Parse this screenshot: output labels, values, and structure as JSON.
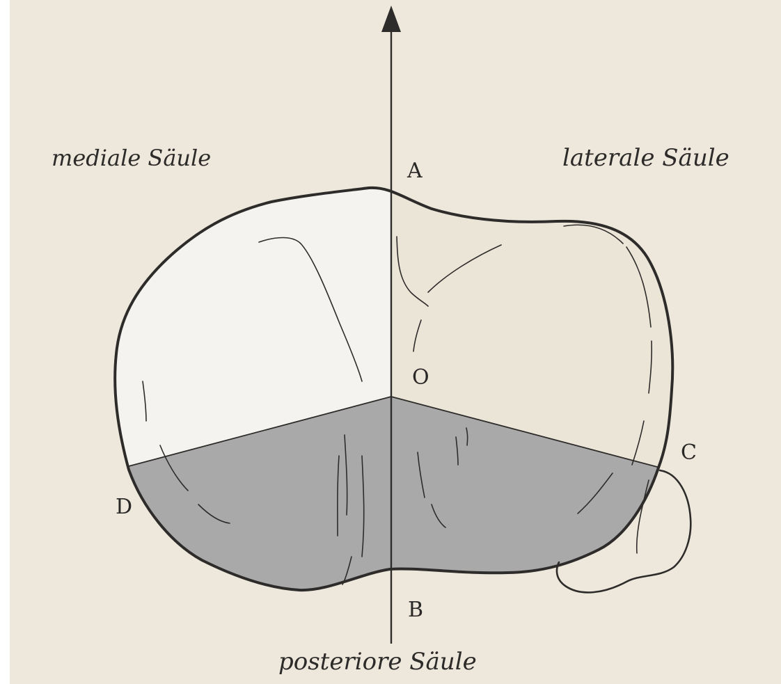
{
  "diagram": {
    "labels": {
      "medial_column": "mediale Säule",
      "lateral_column": "laterale Säule",
      "posterior_column": "posteriore Säule",
      "point_a": "A",
      "point_b": "B",
      "point_c": "C",
      "point_d": "D",
      "point_o": "O"
    },
    "colors": {
      "paper": "#eee8dc",
      "medial_region": "#f5f3ef",
      "lateral_region": "#ebe5d8",
      "posterior_region": "#a9a9a9",
      "ink": "#2e2c2a"
    }
  }
}
